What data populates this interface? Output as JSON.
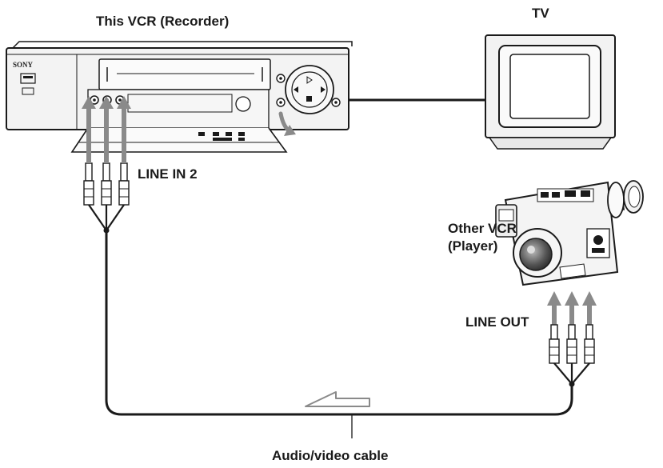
{
  "labels": {
    "recorder": "This VCR (Recorder)",
    "tv": "TV",
    "line_in": "LINE IN 2",
    "other_vcr_line1": "Other VCR",
    "other_vcr_line2": "(Player)",
    "line_out": "LINE OUT",
    "cable": "Audio/video cable"
  },
  "vcr": {
    "brand": "SONY"
  },
  "colors": {
    "line": "#1a1a1a",
    "arrow": "#8a8a8a",
    "panel": "#f4f4f4"
  }
}
